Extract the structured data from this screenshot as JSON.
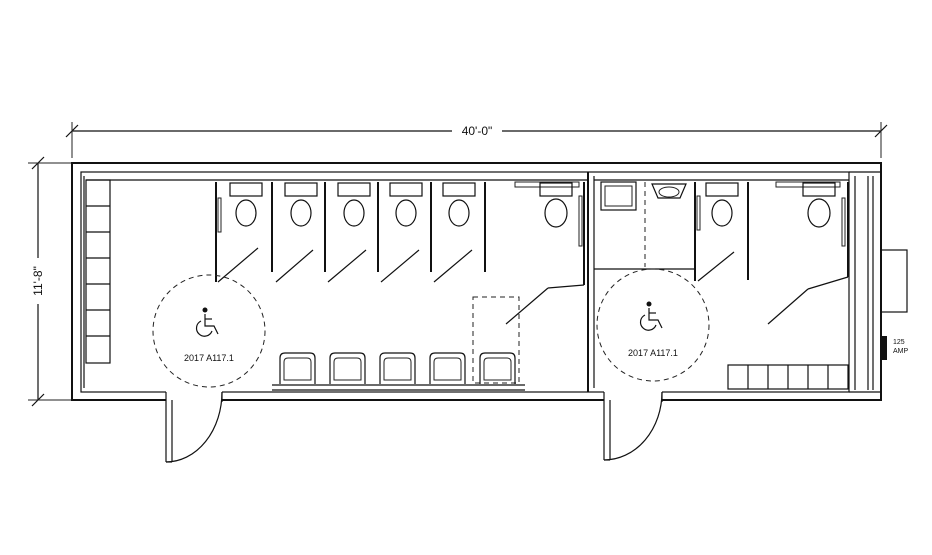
{
  "dimensions": {
    "length": "40'-0\"",
    "width": "11'-8\""
  },
  "accessibility": {
    "left_code": "2017  A117.1",
    "right_code": "2017  A117.1",
    "icon": "wheelchair-icon"
  },
  "electrical": {
    "panel_line1": "125",
    "panel_line2": "AMP"
  }
}
